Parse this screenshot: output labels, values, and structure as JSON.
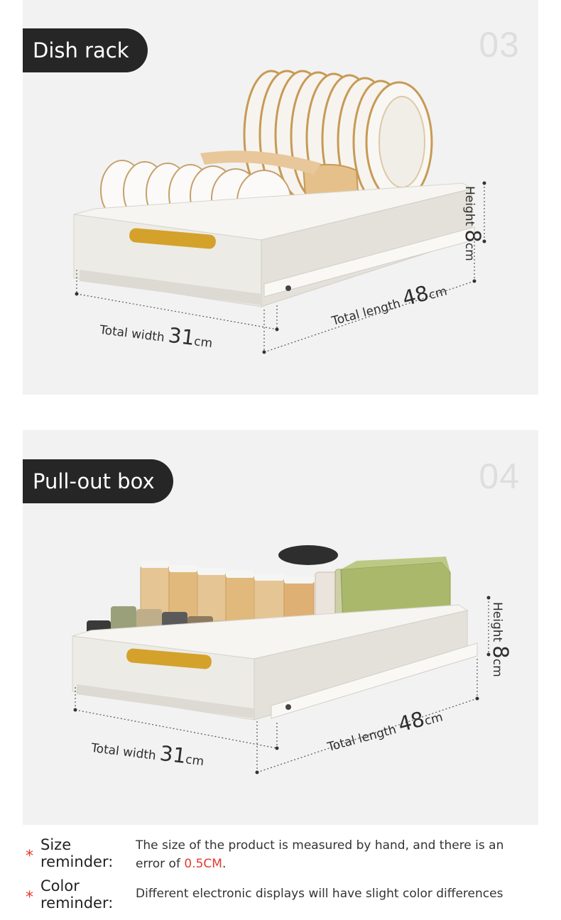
{
  "panels": [
    {
      "title": "Dish rack",
      "step": "03",
      "width": {
        "label": "Total width",
        "value": "31",
        "unit": "cm"
      },
      "length": {
        "label": "Total length",
        "value": "48",
        "unit": "cm"
      },
      "height": {
        "label": "Height",
        "value": "8",
        "unit": "cm"
      }
    },
    {
      "title": "Pull-out box",
      "step": "04",
      "width": {
        "label": "Total width",
        "value": "31",
        "unit": "cm"
      },
      "length": {
        "label": "Total length",
        "value": "48",
        "unit": "cm"
      },
      "height": {
        "label": "Height",
        "value": "8",
        "unit": "cm"
      }
    }
  ],
  "notes": {
    "size": {
      "label_line1": "Size",
      "label_line2": "reminder:",
      "text_before": "The size of the product is measured by hand, and there is an error of",
      "highlight": "0.5CM",
      "text_after": "."
    },
    "color": {
      "label_line1": "Color",
      "label_line2": "reminder:",
      "text": "Different electronic displays will have slight color differences"
    }
  },
  "colors": {
    "accent_red": "#e23b2e",
    "pill_bg": "#262626",
    "handle": "#d4a12a",
    "tray": "#ecebe6"
  }
}
